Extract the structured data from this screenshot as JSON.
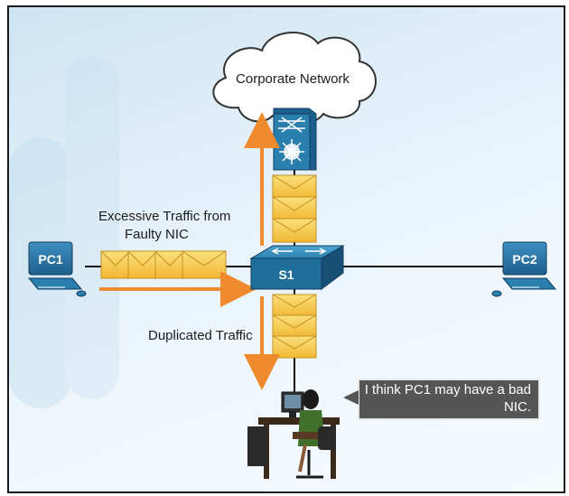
{
  "cloud": {
    "label": "Corporate Network"
  },
  "labels": {
    "excessive_line1": "Excessive Traffic from",
    "excessive_line2": "Faulty NIC",
    "duplicated": "Duplicated Traffic"
  },
  "devices": {
    "pc1": "PC1",
    "pc2": "PC2",
    "switch": "S1"
  },
  "speech_bubble": {
    "line1": "I think PC1 may have a bad",
    "line2": "NIC."
  },
  "colors": {
    "arrow": "#f08a2e",
    "envelope": "#f6c54a",
    "switch": "#1f6f9a",
    "bubble": "#555555"
  }
}
